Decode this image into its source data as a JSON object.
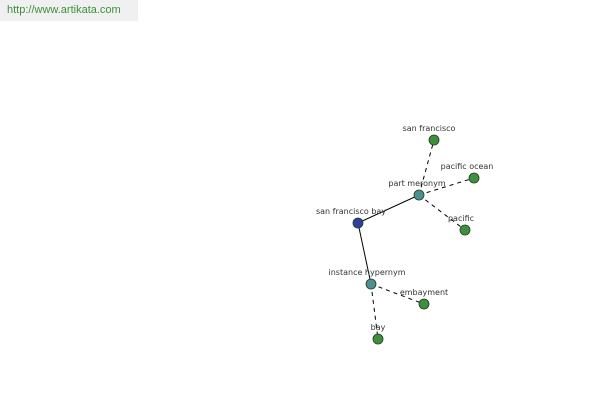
{
  "banner": {
    "url": "http://www.artikata.com"
  },
  "colors": {
    "root": "#2f3f9f",
    "relation": "#4f8f8f",
    "leaf": "#3f8f3f",
    "node_stroke": "#1f3f1f",
    "edge": "#000000",
    "label": "#333333",
    "banner_bg": "#f0f0f0",
    "banner_text": "#3f8f3f"
  },
  "graph": {
    "nodes": [
      {
        "id": "root",
        "label": "san francisco bay",
        "kind": "root"
      },
      {
        "id": "rel-part",
        "label": "part meronym",
        "kind": "relation"
      },
      {
        "id": "rel-inst",
        "label": "instance hypernym",
        "kind": "relation"
      },
      {
        "id": "leaf-sf",
        "label": "san francisco",
        "kind": "leaf"
      },
      {
        "id": "leaf-po",
        "label": "pacific ocean",
        "kind": "leaf"
      },
      {
        "id": "leaf-pac",
        "label": "pacific",
        "kind": "leaf"
      },
      {
        "id": "leaf-emb",
        "label": "embayment",
        "kind": "leaf"
      },
      {
        "id": "leaf-bay",
        "label": "bay",
        "kind": "leaf"
      }
    ],
    "edges": [
      {
        "from": "root",
        "to": "rel-part",
        "style": "solid"
      },
      {
        "from": "root",
        "to": "rel-inst",
        "style": "solid"
      },
      {
        "from": "rel-part",
        "to": "leaf-sf",
        "style": "dashed"
      },
      {
        "from": "rel-part",
        "to": "leaf-po",
        "style": "dashed"
      },
      {
        "from": "rel-part",
        "to": "leaf-pac",
        "style": "dashed"
      },
      {
        "from": "rel-inst",
        "to": "leaf-emb",
        "style": "dashed"
      },
      {
        "from": "rel-inst",
        "to": "leaf-bay",
        "style": "dashed"
      }
    ]
  }
}
